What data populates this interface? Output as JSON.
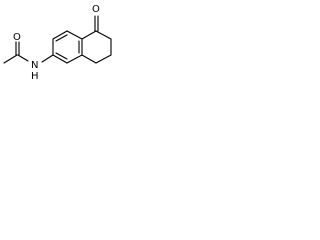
{
  "molecule": {
    "atoms": {
      "oxygen_ketone": "O",
      "nitrogen_amide": "N",
      "nitrogen_hydrogen": "H",
      "oxygen_amide": "O"
    },
    "colors": {
      "bond": "#000000",
      "label": "#000000",
      "background": "#ffffff"
    }
  }
}
